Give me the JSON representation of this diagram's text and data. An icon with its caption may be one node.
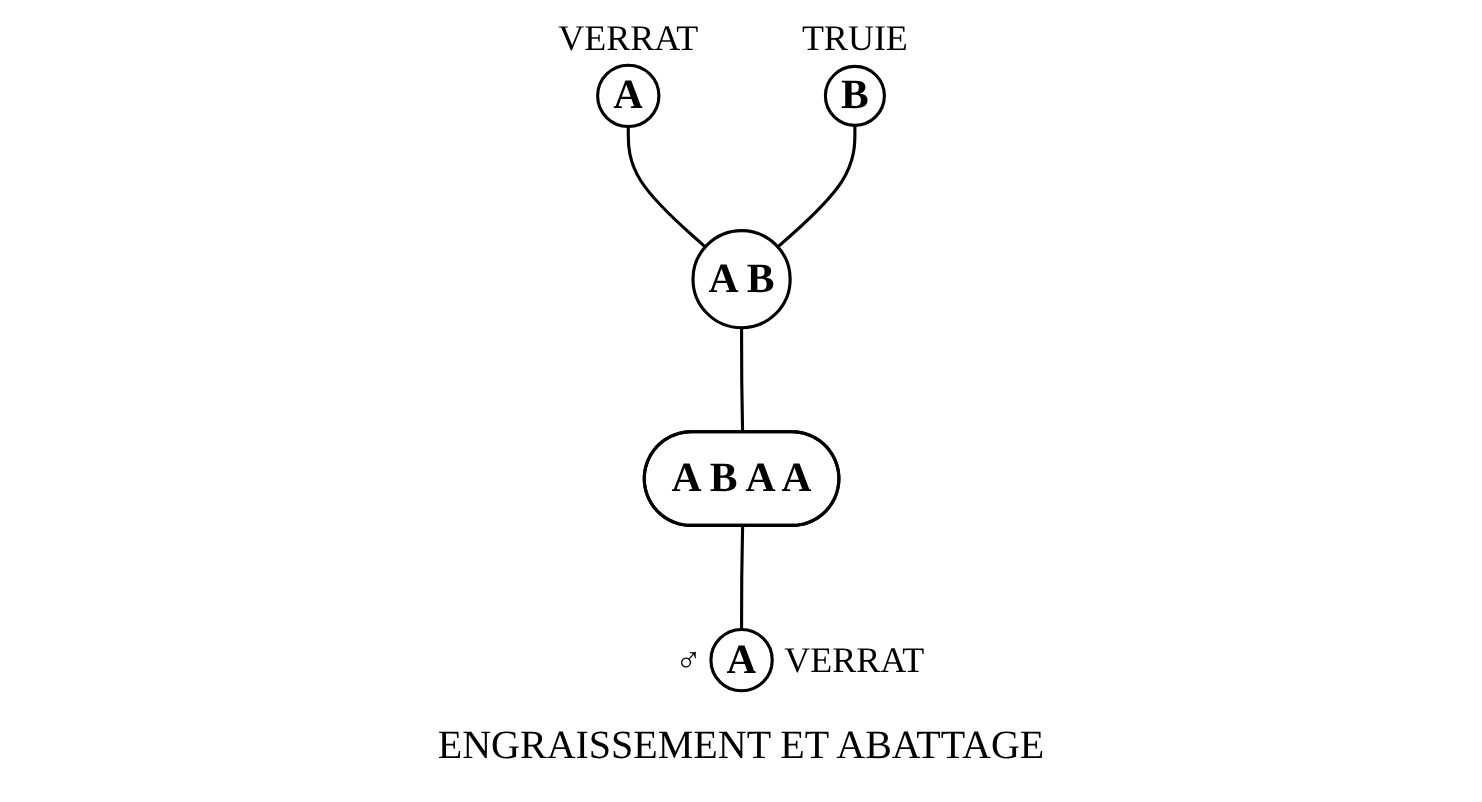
{
  "diagram": {
    "nodes": [
      {
        "text": [
          "A"
        ],
        "beside": [
          "VERRAT"
        ]
      },
      {
        "text": [
          "B"
        ],
        "beside": [
          "TRUIE"
        ]
      },
      {
        "text": [
          "A B"
        ]
      },
      {
        "text": [
          "A B A A"
        ]
      },
      {
        "text": [
          "A"
        ],
        "beside": [
          "VERRAT",
          "♂"
        ]
      }
    ],
    "edges": [
      {
        "from": 0,
        "to": 2,
        "arrow": "none"
      },
      {
        "from": 1,
        "to": 2,
        "arrow": "none"
      },
      {
        "from": 2,
        "to": 3,
        "arrow": "none"
      },
      {
        "from": 3,
        "to": 4,
        "arrow": "none"
      }
    ],
    "labels": [
      "ENGRAISSEMENT ET ABATTAGE"
    ]
  }
}
